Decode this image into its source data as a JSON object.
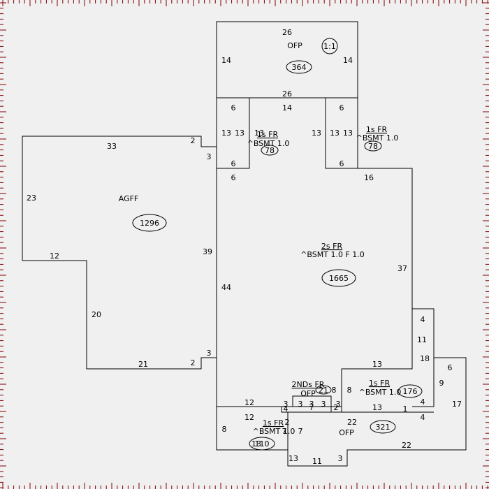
{
  "colors": {
    "background": "#f0f0f0",
    "ruler": "#800000",
    "ink": "#000000"
  },
  "areas": {
    "ofp_top": {
      "code": "OFP",
      "area": "364",
      "scale": "1:1"
    },
    "fr_left": {
      "code": "1s FR",
      "sub": "^BSMT 1.0",
      "area": "78"
    },
    "fr_right": {
      "code": "1s FR",
      "sub": "^BSMT 1.0",
      "area": "78"
    },
    "agff": {
      "code": "AGFF",
      "area": "1296"
    },
    "main": {
      "code": "2s FR",
      "sub": "^BSMT 1.0 F 1.0",
      "area": "1665"
    },
    "twonds": {
      "code": "2NDs FR",
      "sub": "OFP",
      "area": "21"
    },
    "fr_se": {
      "code": "1s FR",
      "sub": "^BSMT 1.0",
      "area": "176"
    },
    "fr_sw": {
      "code": "1s FR",
      "sub": "^BSMT 1.0",
      "area": "110"
    },
    "ofp_bottom": {
      "code": "OFP",
      "area": "321"
    }
  },
  "dims": {
    "d1": "26",
    "d2": "14",
    "d3": "14",
    "d4": "26",
    "d5": "6",
    "d6": "14",
    "d7": "6",
    "d8": "13",
    "d9": "13",
    "d10": "13",
    "d11": "13",
    "d12": "13",
    "d13": "13",
    "d14": "6",
    "d15": "6",
    "d16": "6",
    "d17": "16",
    "d18": "33",
    "d19": "2",
    "d20": "3",
    "d21": "23",
    "d22": "12",
    "d23": "39",
    "d24": "44",
    "d25": "20",
    "d26": "21",
    "d27": "2",
    "d28": "3",
    "d29": "37",
    "d30": "4",
    "d31": "11",
    "d32": "18",
    "d33": "13",
    "d34": "6",
    "d35": "9",
    "d36": "17",
    "d37": "13",
    "d38": "1",
    "d39": "4",
    "d40": "4",
    "d41": "8",
    "d42": "3",
    "d43": "3",
    "d44": "3",
    "d45": "3",
    "d46": "2",
    "d47": "7",
    "d48": "8",
    "d49": "12",
    "d50": "12",
    "d51": "3",
    "d52": "4",
    "d53": "8",
    "d54": "2",
    "d55": "7",
    "d56": "7",
    "d57": "13",
    "d58": "22",
    "d59": "22",
    "d60": "13",
    "d61": "11",
    "d62": "3"
  }
}
